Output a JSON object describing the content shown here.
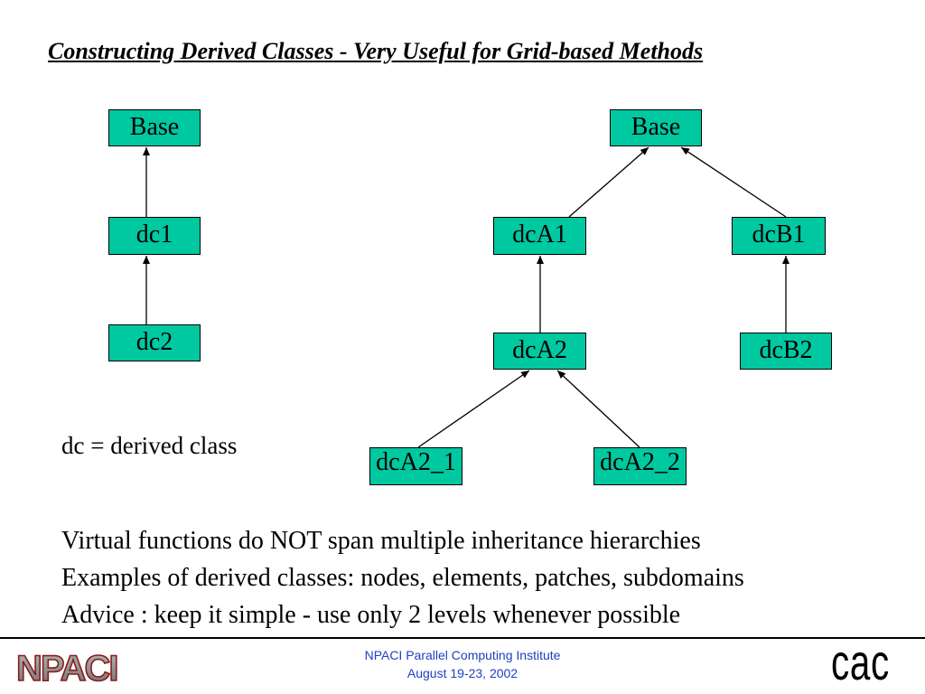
{
  "slide": {
    "title": "Constructing Derived Classes - Very Useful for Grid-based Methods",
    "legend": "dc = derived class",
    "bullets": [
      "Virtual functions do NOT span multiple inheritance hierarchies",
      "Examples of  derived classes: nodes, elements, patches, subdomains",
      "Advice :  keep it simple - use only 2 levels whenever possible"
    ]
  },
  "diagram": {
    "node_color": "#00c8a0",
    "left_tree": {
      "base": "Base",
      "level1": "dc1",
      "level2": "dc2"
    },
    "right_tree": {
      "base": "Base",
      "a1": "dcA1",
      "b1": "dcB1",
      "a2": "dcA2",
      "b2": "dcB2",
      "a2_1": "dcA2_1",
      "a2_2": "dcA2_2"
    }
  },
  "footer": {
    "line1": "NPACI Parallel Computing Institute",
    "line2": "August 19-23, 2002",
    "logo_left": "NPACI",
    "logo_right": "cac",
    "text_color": "#1f3fbf"
  }
}
